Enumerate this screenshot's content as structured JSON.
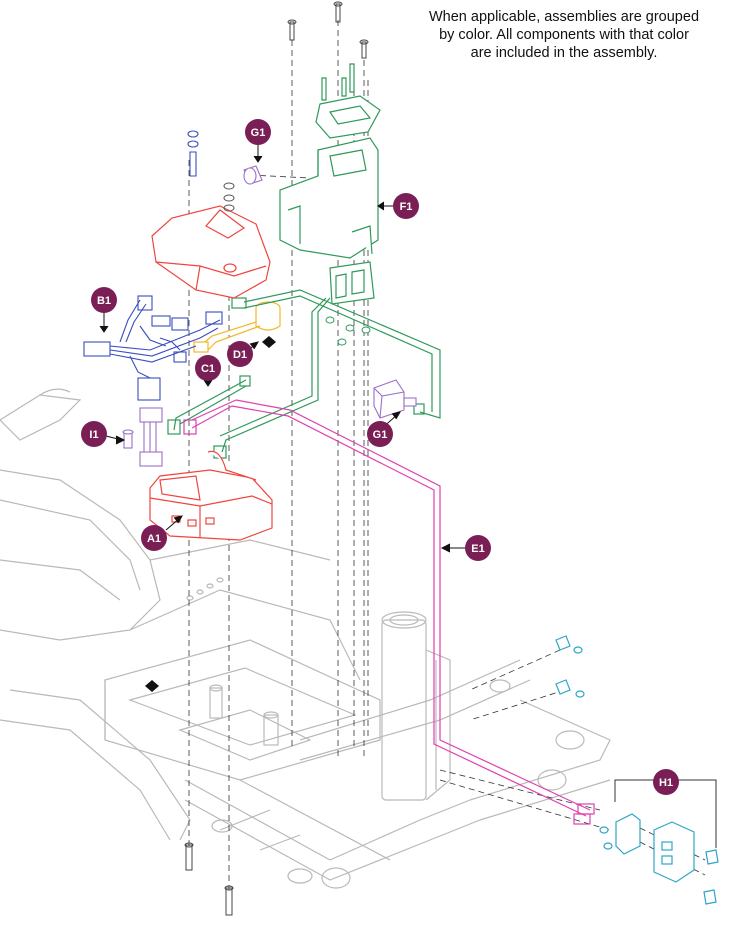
{
  "note": {
    "line1": "When applicable, assemblies are grouped",
    "line2": "by color. All components with that color",
    "line3": "are included in the assembly."
  },
  "callouts": {
    "a1": "A1",
    "b1": "B1",
    "c1": "C1",
    "d1": "D1",
    "e1": "E1",
    "f1": "F1",
    "g1_top": "G1",
    "g1_bottom": "G1",
    "h1": "H1",
    "i1": "I1"
  },
  "colors": {
    "frame": "#b9b9b9",
    "controller": "#f0453f",
    "harness_blue": "#3a4dbd",
    "connector_green": "#2e9a5a",
    "battery_yellow": "#f2b72a",
    "lead_pink": "#e040b0",
    "mount_teal": "#2ea6c8",
    "purple": "#9b6fc6",
    "callout_bg": "#7a1f55"
  }
}
